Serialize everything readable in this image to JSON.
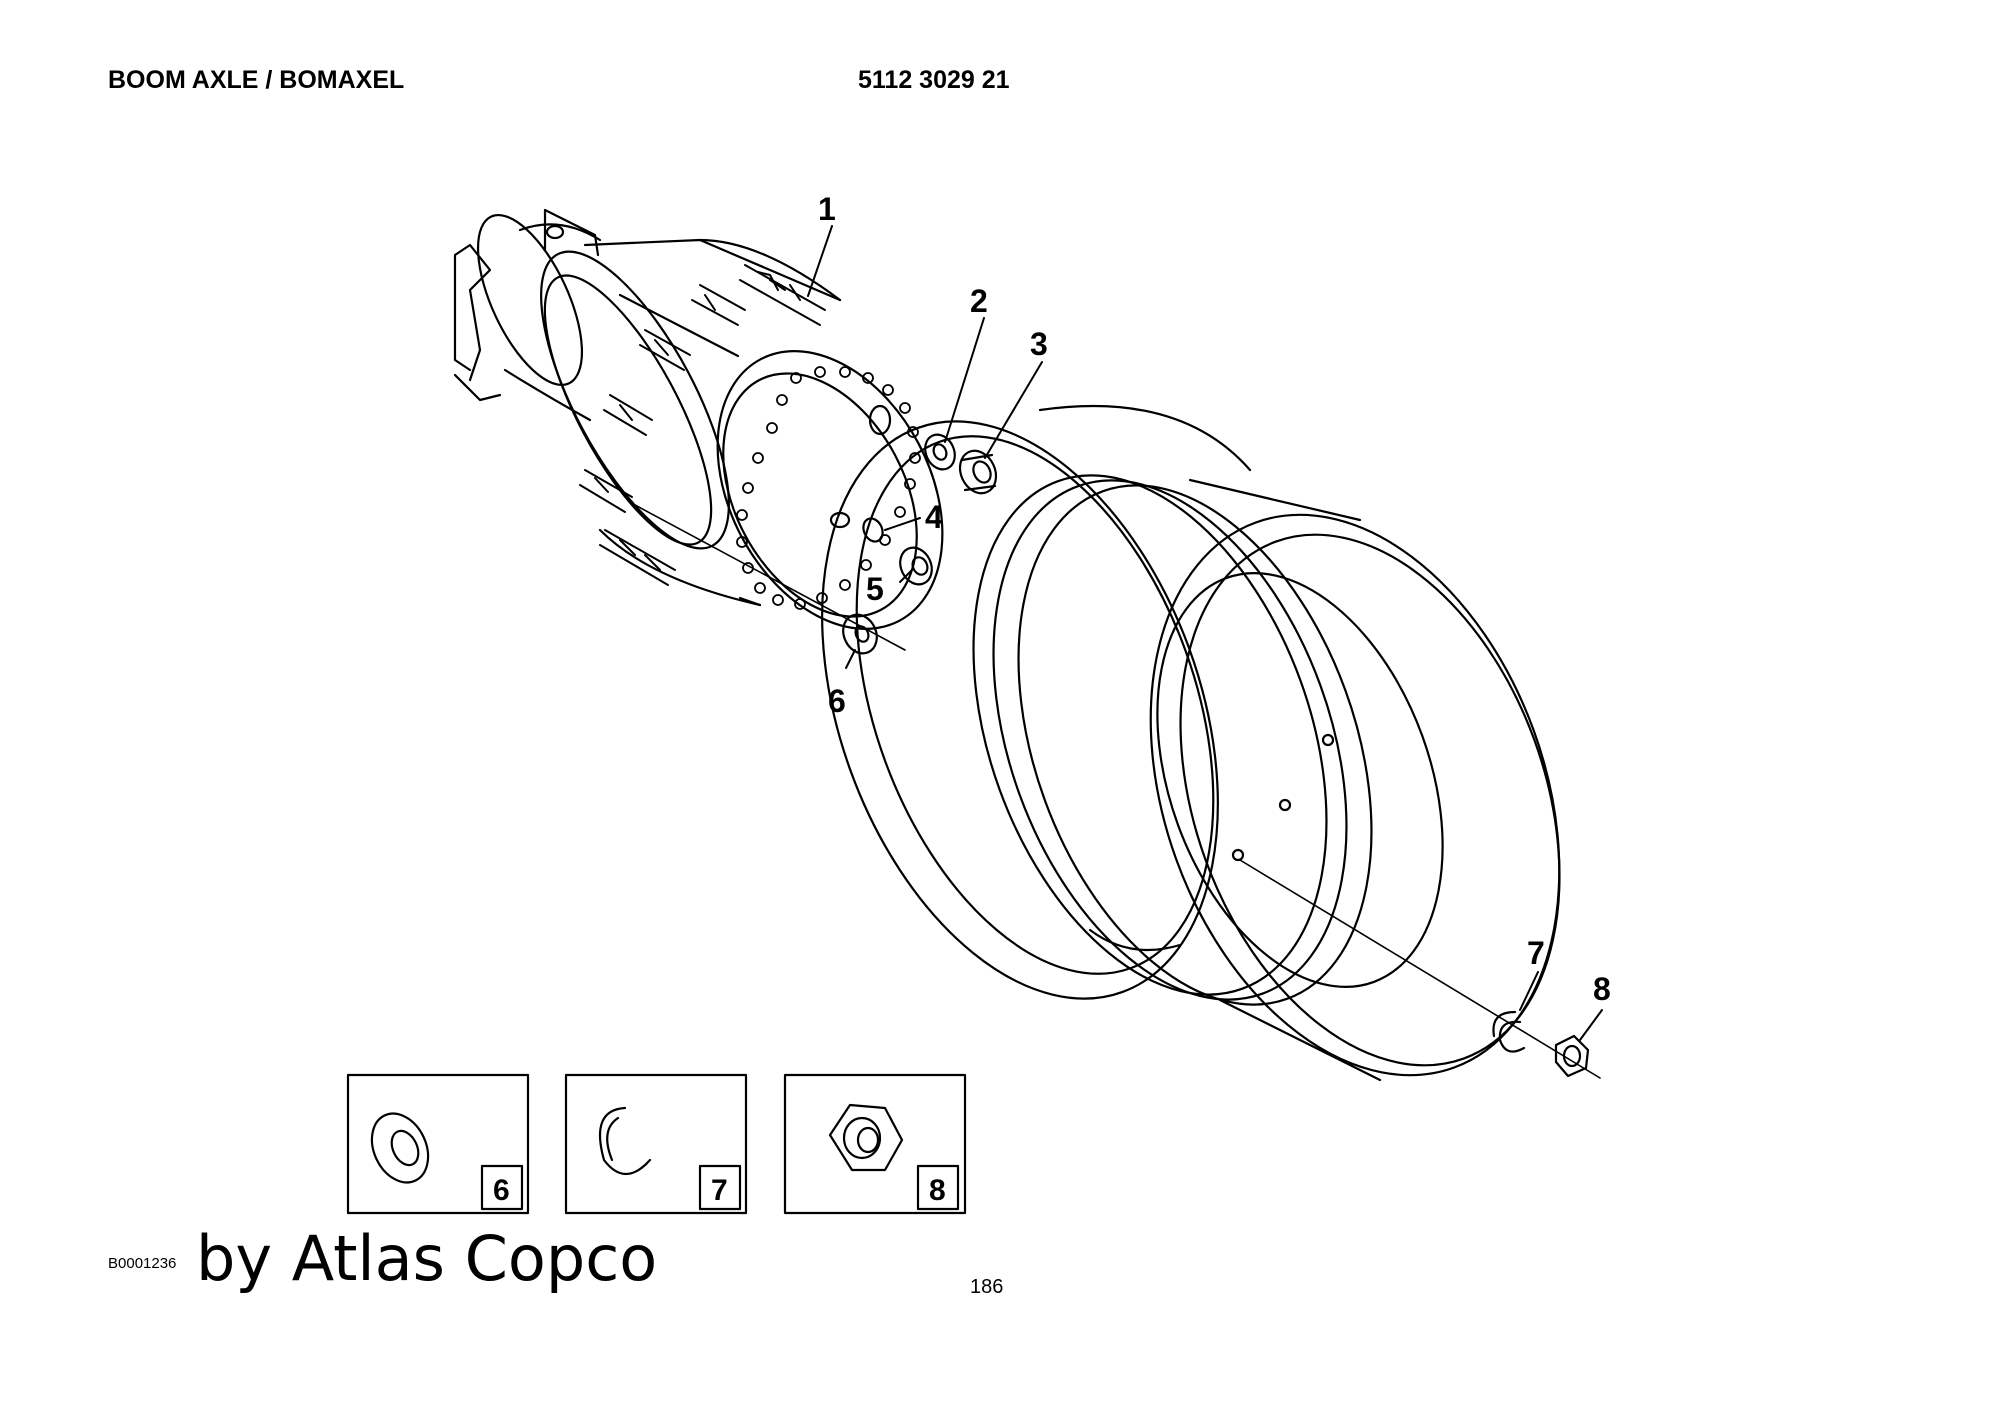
{
  "header": {
    "title": "BOOM AXLE / BOMAXEL",
    "part_number": "5112 3029 21"
  },
  "callouts": [
    "1",
    "2",
    "3",
    "4",
    "5",
    "6",
    "7",
    "8"
  ],
  "detail_boxes": [
    "6",
    "7",
    "8"
  ],
  "footer": {
    "image_id": "B0001236",
    "brand": "by Atlas Copco",
    "page": "186"
  }
}
